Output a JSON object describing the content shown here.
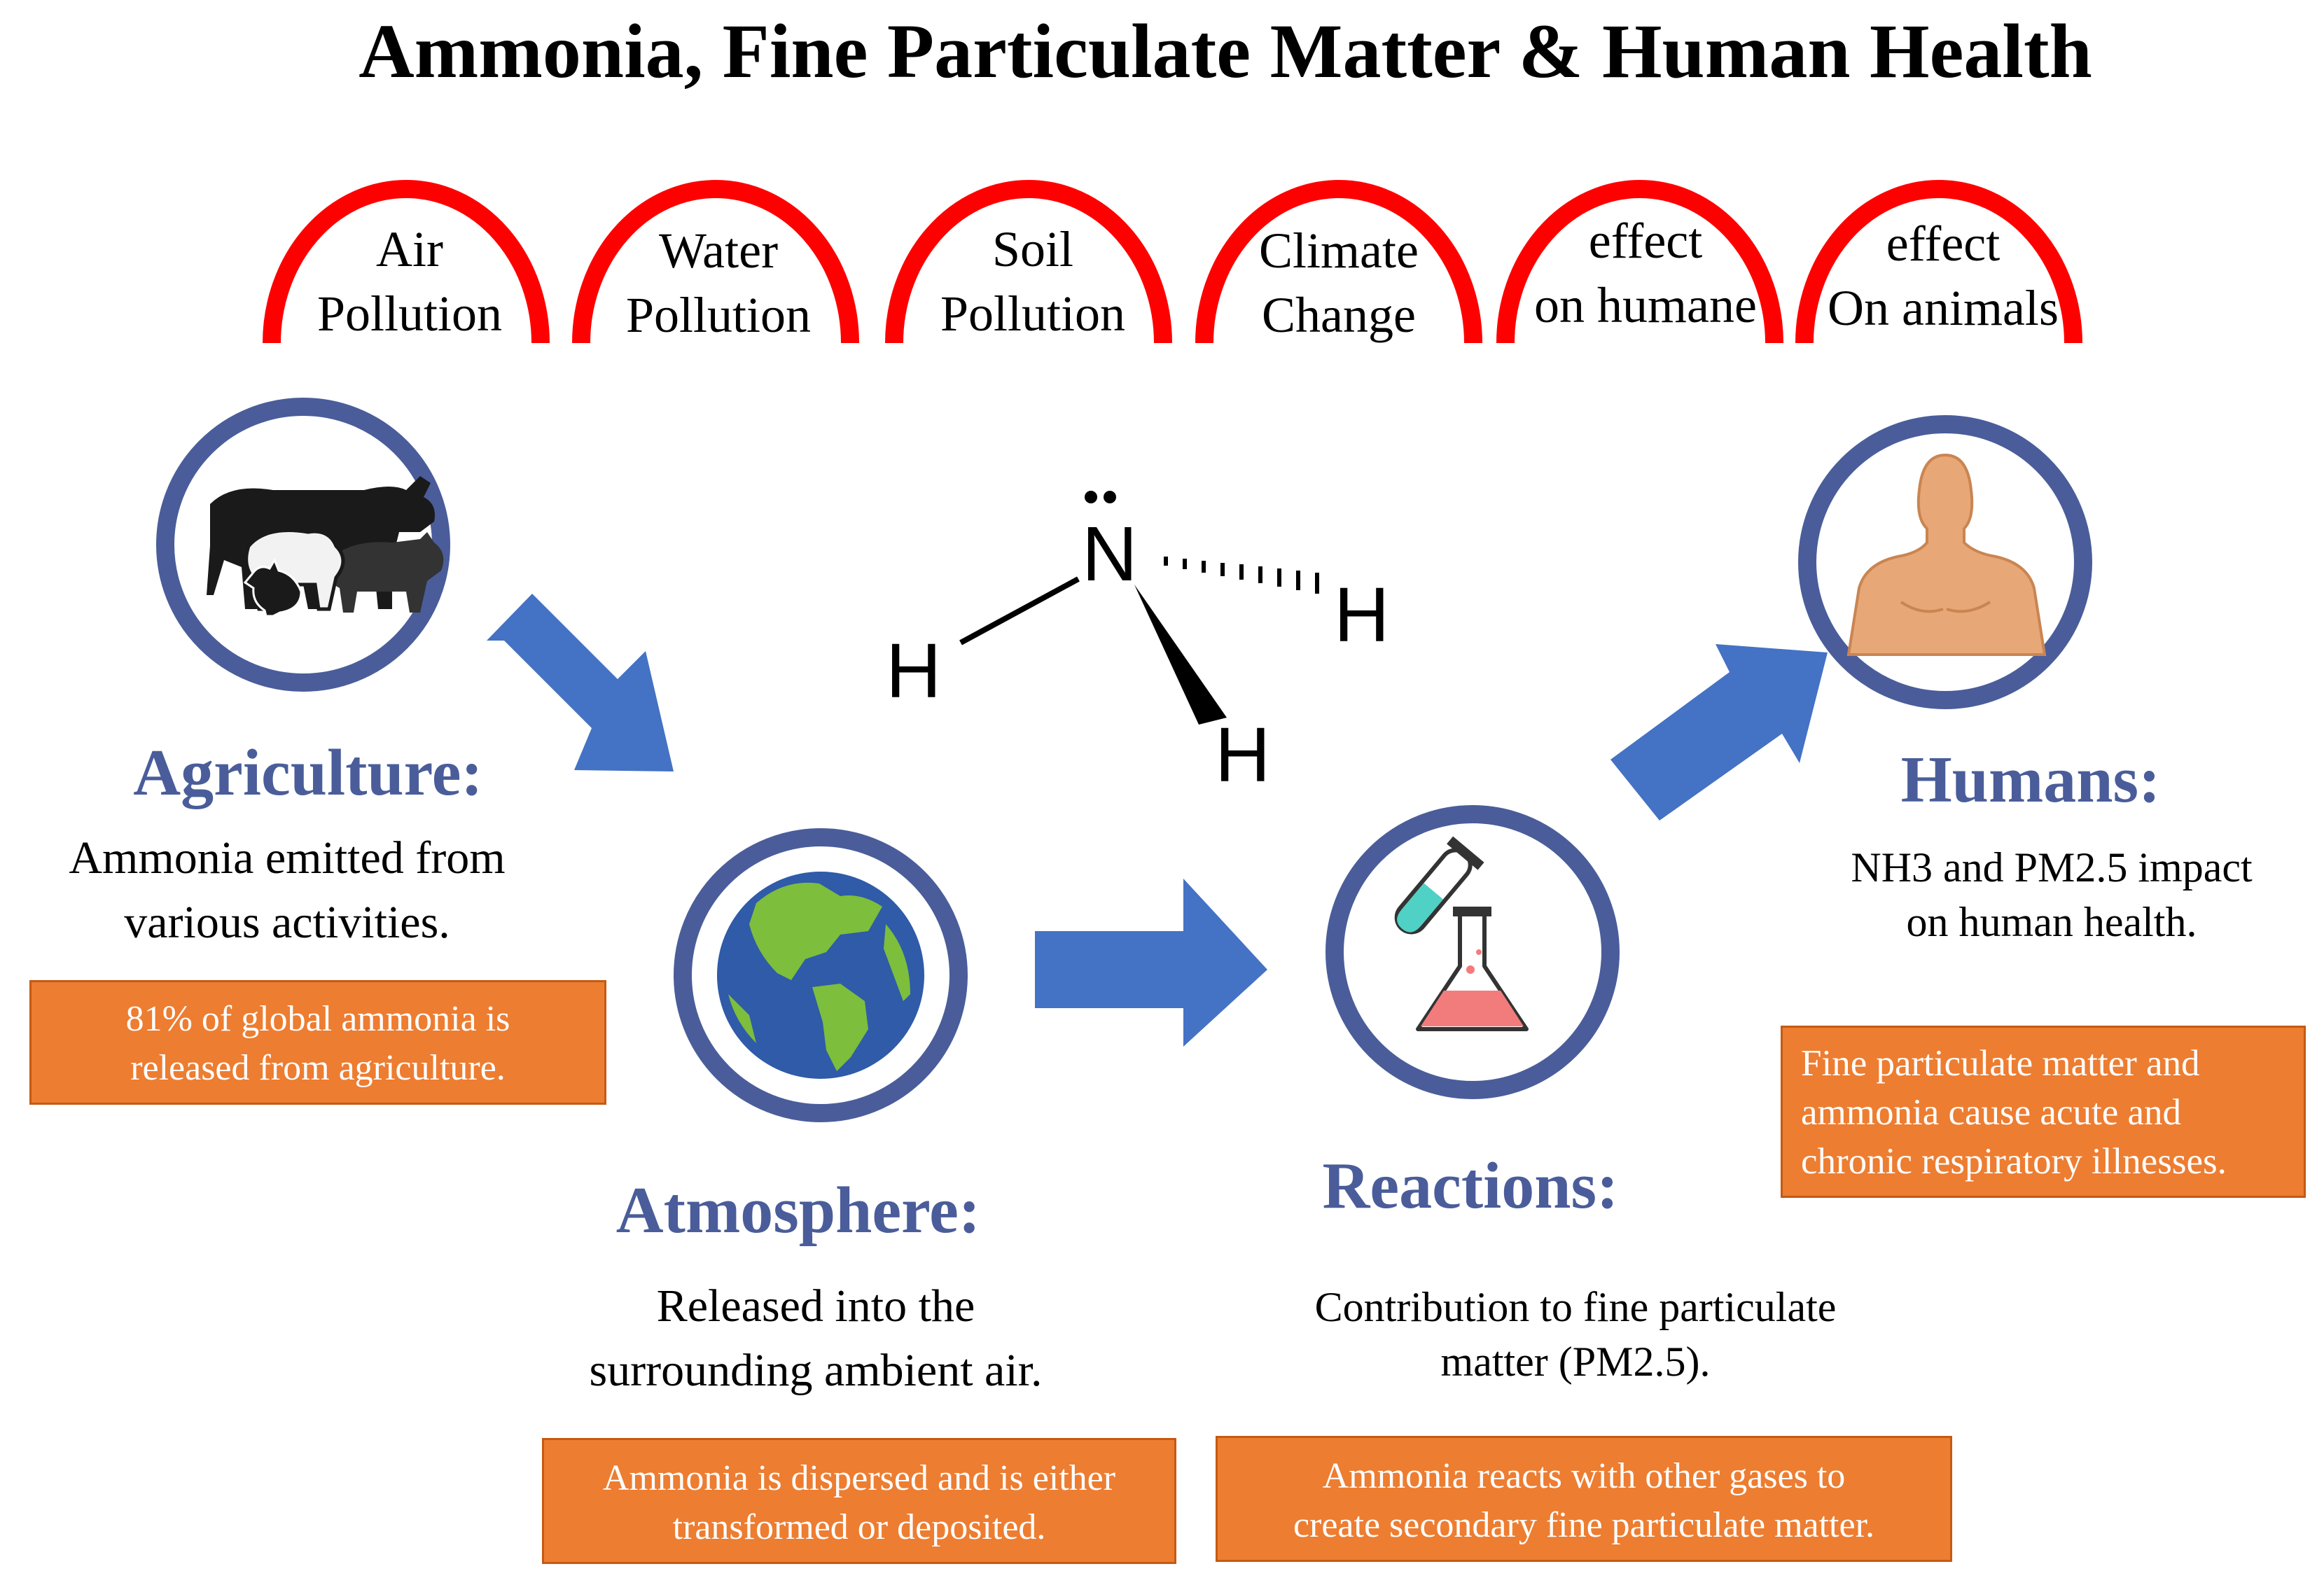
{
  "title": "Ammonia, Fine Particulate Matter & Human Health",
  "effects": [
    {
      "line1": "Air",
      "line2": "Pollution"
    },
    {
      "line1": "Water",
      "line2": "Pollution"
    },
    {
      "line1": "Soil",
      "line2": "Pollution"
    },
    {
      "line1": "Climate",
      "line2": "Change"
    },
    {
      "line1": "effect",
      "line2": "on humane"
    },
    {
      "line1": "effect",
      "line2": "On animals"
    }
  ],
  "molecule": {
    "center": "N",
    "h1": "H",
    "h2": "H",
    "h3": "H"
  },
  "agriculture": {
    "heading": "Agriculture:",
    "line1": "Ammonia emitted from",
    "line2": "various activities.",
    "note_line1": "81% of global ammonia is",
    "note_line2": "released from agriculture."
  },
  "atmosphere": {
    "heading": "Atmosphere:",
    "line1": "Released into the",
    "line2": "surrounding ambient air.",
    "note_line1": "Ammonia is dispersed and is either",
    "note_line2": "transformed or deposited."
  },
  "reactions": {
    "heading": "Reactions:",
    "line1": "Contribution to fine particulate",
    "line2": "matter (PM2.5).",
    "note_line1": "Ammonia reacts with other gases to",
    "note_line2": "create secondary fine particulate matter."
  },
  "humans": {
    "heading": "Humans:",
    "line1": "NH3 and PM2.5 impact",
    "line2": "on human health.",
    "note_line1": "Fine particulate matter and",
    "note_line2": "ammonia cause acute and",
    "note_line3": "chronic respiratory illnesses."
  },
  "colors": {
    "arch": "#FF0000",
    "ring": "#4A5D9A",
    "arrow": "#4472C4",
    "heading": "#4A5D9A",
    "note_bg": "#ED7D31"
  }
}
